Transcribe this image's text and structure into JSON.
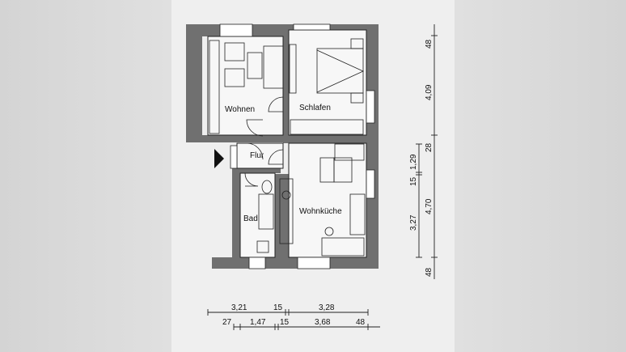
{
  "rooms": {
    "wohnen": "Wohnen",
    "schlafen": "Schlafen",
    "flur": "Flur",
    "bad": "Bad",
    "wohnkueche": "Wohnküche"
  },
  "dimensions": {
    "right_outer": [
      "48",
      "4,09",
      "28",
      "4,70",
      "48"
    ],
    "right_inner": [
      "1,29",
      "15",
      "3,27"
    ],
    "bottom_top": [
      "3,21",
      "15",
      "3,28"
    ],
    "bottom_bottom": [
      "27",
      "1,47",
      "15",
      "3,68",
      "48"
    ]
  },
  "colors": {
    "wall": "#707070",
    "line": "#222222"
  }
}
